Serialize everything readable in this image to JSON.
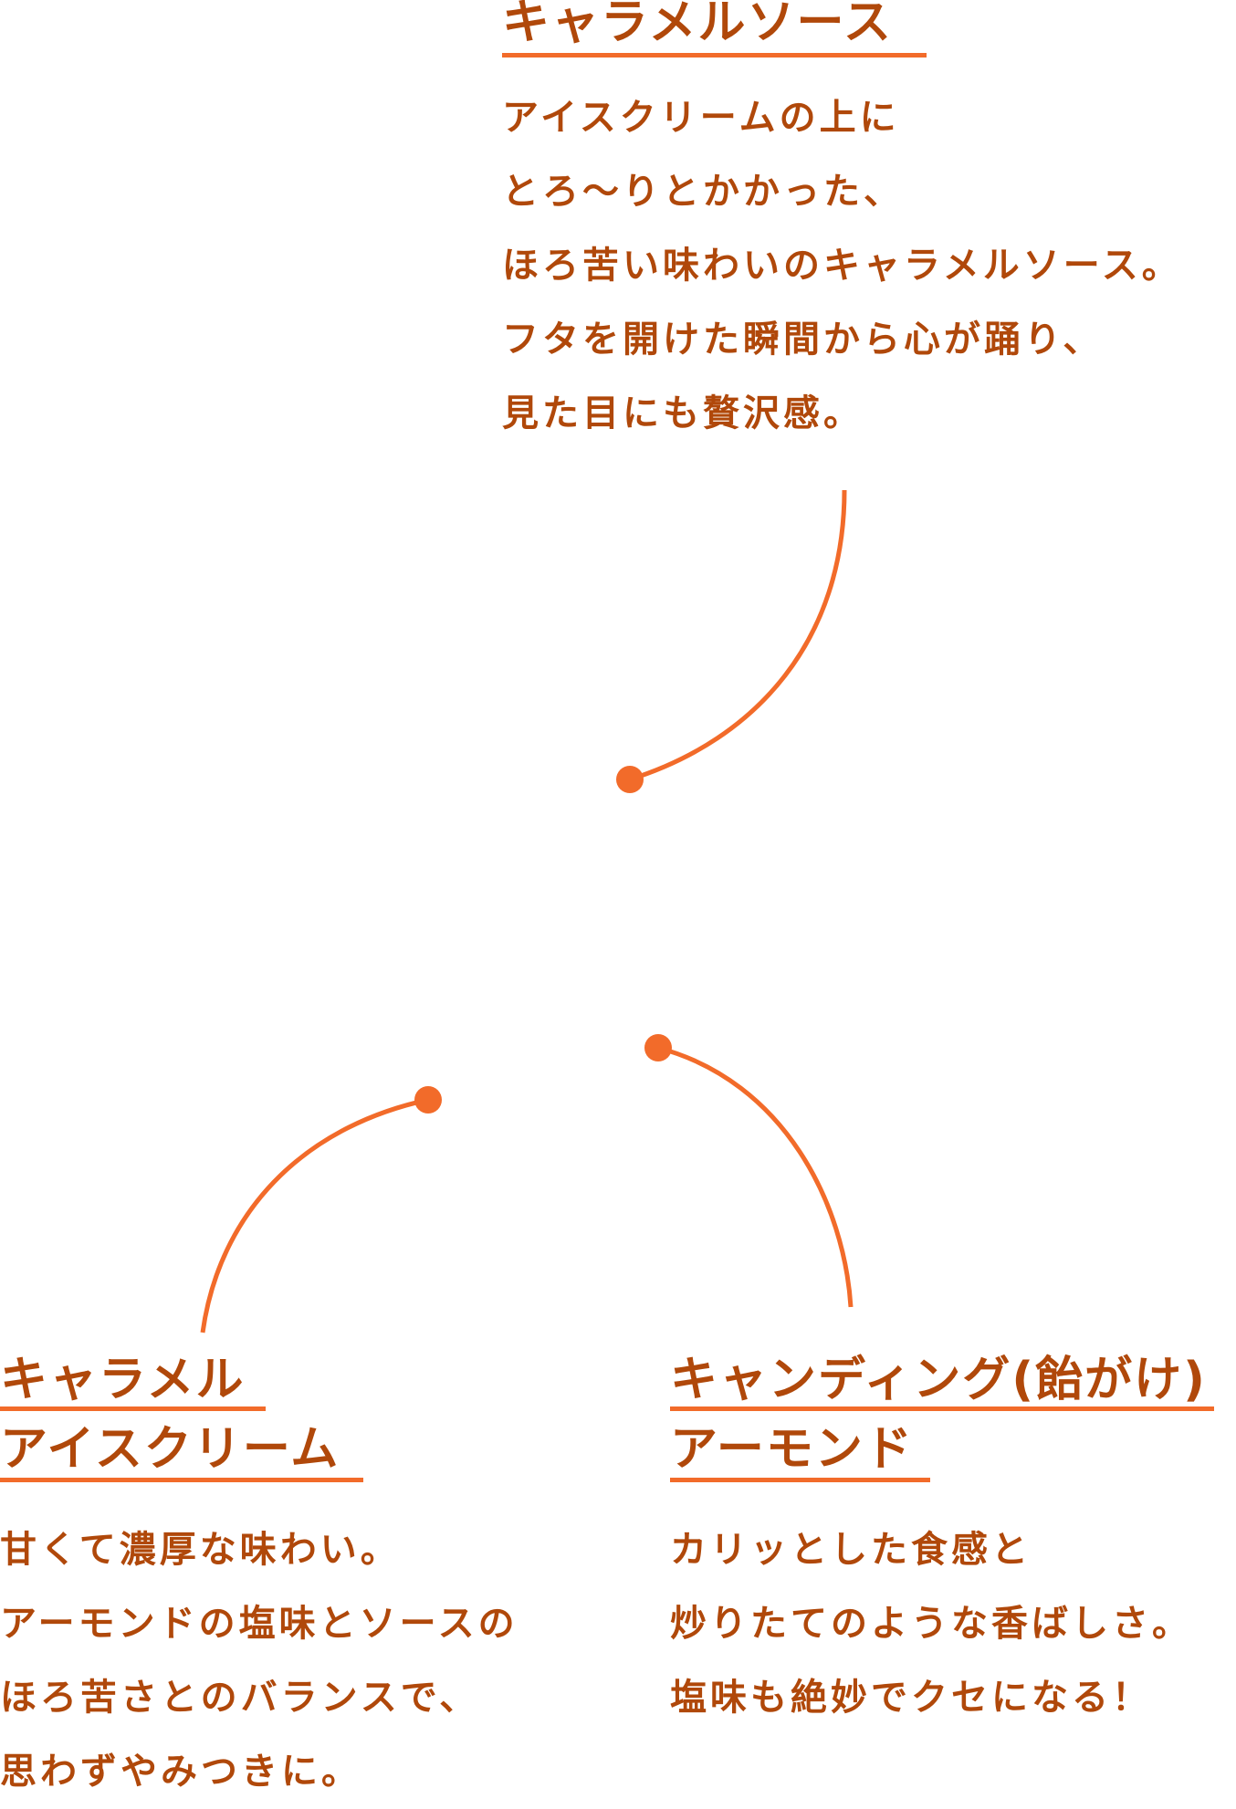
{
  "sauce": {
    "title": "キャラメルソース",
    "lines": [
      "アイスクリームの上に",
      "とろ〜りとかかった、",
      "ほろ苦い味わいのキャラメルソース。",
      "フタを開けた瞬間から心が踊り、",
      "見た目にも贅沢感。"
    ]
  },
  "icecream": {
    "title_line1": "キャラメル",
    "title_line2": "アイスクリーム",
    "lines": [
      "甘くて濃厚な味わい。",
      "アーモンドの塩味とソースの",
      "ほろ苦さとのバランスで、",
      "思わずやみつきに。"
    ]
  },
  "almond": {
    "title_line1": "キャンディング(飴がけ)",
    "title_line2": "アーモンド",
    "lines": [
      "カリッとした食感と",
      "炒りたてのような香ばしさ。",
      "塩味も絶妙でクセになる！"
    ]
  },
  "colors": {
    "text": "#b0480a",
    "accent": "#f26b2a"
  }
}
